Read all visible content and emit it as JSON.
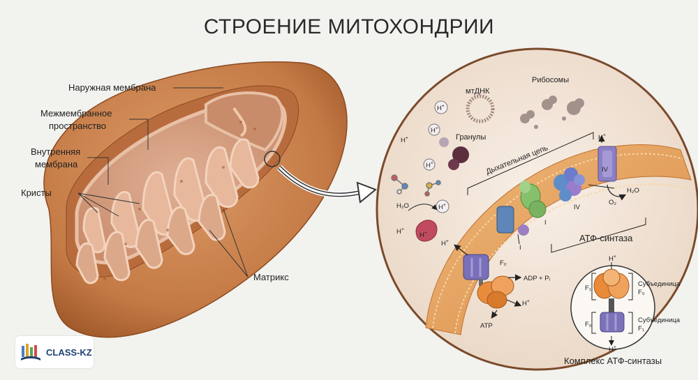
{
  "title": "СТРОЕНИЕ МИТОХОНДРИИ",
  "labels": {
    "outer_membrane": "Наружная мембрана",
    "intermembrane_1": "Межмембранное",
    "intermembrane_2": "пространство",
    "inner_membrane_1": "Внутренняя",
    "inner_membrane_2": "мембрана",
    "cristae": "Кристы",
    "matrix": "Матрикс"
  },
  "detail": {
    "mtdna": "мтДНК",
    "ribosomes": "Рибосомы",
    "granules": "Гранулы",
    "respiratory_chain": "Дыхательная цепь",
    "atp_synthase": "АТФ-синтаза",
    "h": "H",
    "plus": "+",
    "h2o": "H₂O",
    "o2": "O₂",
    "complex_i": "I",
    "complex_iv_a": "IV",
    "complex_iv_b": "IV",
    "complex_i_b": "I",
    "f0": "F₀",
    "adp": "ADP + Pᵢ",
    "atp": "ATP"
  },
  "inset": {
    "f1": "F₁",
    "f0": "F₀",
    "subunit_top_1": "Субъединица",
    "subunit_top_2": "F₀",
    "subunit_bottom_1": "Субъединица",
    "subunit_bottom_2": "F₁",
    "caption": "Комплекс АТФ-синтазы"
  },
  "logo": {
    "text": "CLASS-KZ",
    "icon": "books-icon"
  },
  "colors": {
    "outer": "#c9804e",
    "outer_dark": "#a45e30",
    "inner": "#e2b399",
    "matrix": "#d9a68a",
    "membrane": "#e6a25e",
    "circle_bg": "#f1e4d8",
    "complex_purple": "#7a73b8",
    "complex_green": "#7dbb6a",
    "atp_orange": "#e58a3c"
  }
}
